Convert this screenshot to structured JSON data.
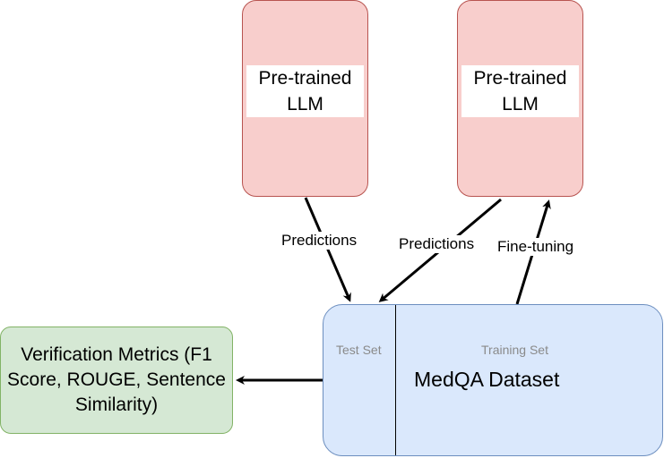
{
  "nodes": {
    "llm_left": {
      "label": "Pre-trained LLM"
    },
    "llm_right": {
      "label": "Pre-trained LLM"
    },
    "dataset": {
      "title": "MedQA Dataset",
      "test_set": "Test Set",
      "training_set": "Training Set"
    },
    "metrics": {
      "label": "Verification Metrics (F1 Score, ROUGE, Sentence Similarity)"
    }
  },
  "edges": {
    "predictions_left": "Predictions",
    "predictions_right": "Predictions",
    "fine_tuning": "Fine-tuning"
  },
  "colors": {
    "llm_fill": "#f8cecc",
    "llm_stroke": "#b85450",
    "dataset_fill": "#dae8fc",
    "dataset_stroke": "#6c8ebf",
    "metrics_fill": "#d5e8d4",
    "metrics_stroke": "#82b366"
  }
}
